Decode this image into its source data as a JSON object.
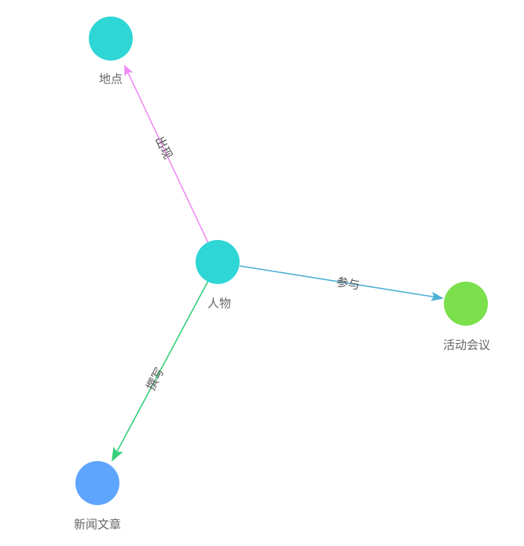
{
  "graph": {
    "nodes": {
      "person": {
        "label": "人物",
        "color": "#2fd6d6"
      },
      "location": {
        "label": "地点",
        "color": "#2fd6d6"
      },
      "event": {
        "label": "活动会议",
        "color": "#7be04b"
      },
      "article": {
        "label": "新闻文章",
        "color": "#5ea5ff"
      }
    },
    "edges": {
      "appear": {
        "label": "出现",
        "from": "人物",
        "to": "地点",
        "color": "#f08cf5"
      },
      "participate": {
        "label": "参与",
        "from": "人物",
        "to": "活动会议",
        "color": "#4fb0d3"
      },
      "write": {
        "label": "撰写",
        "from": "人物",
        "to": "新闻文章",
        "color": "#36cf7b"
      }
    }
  }
}
